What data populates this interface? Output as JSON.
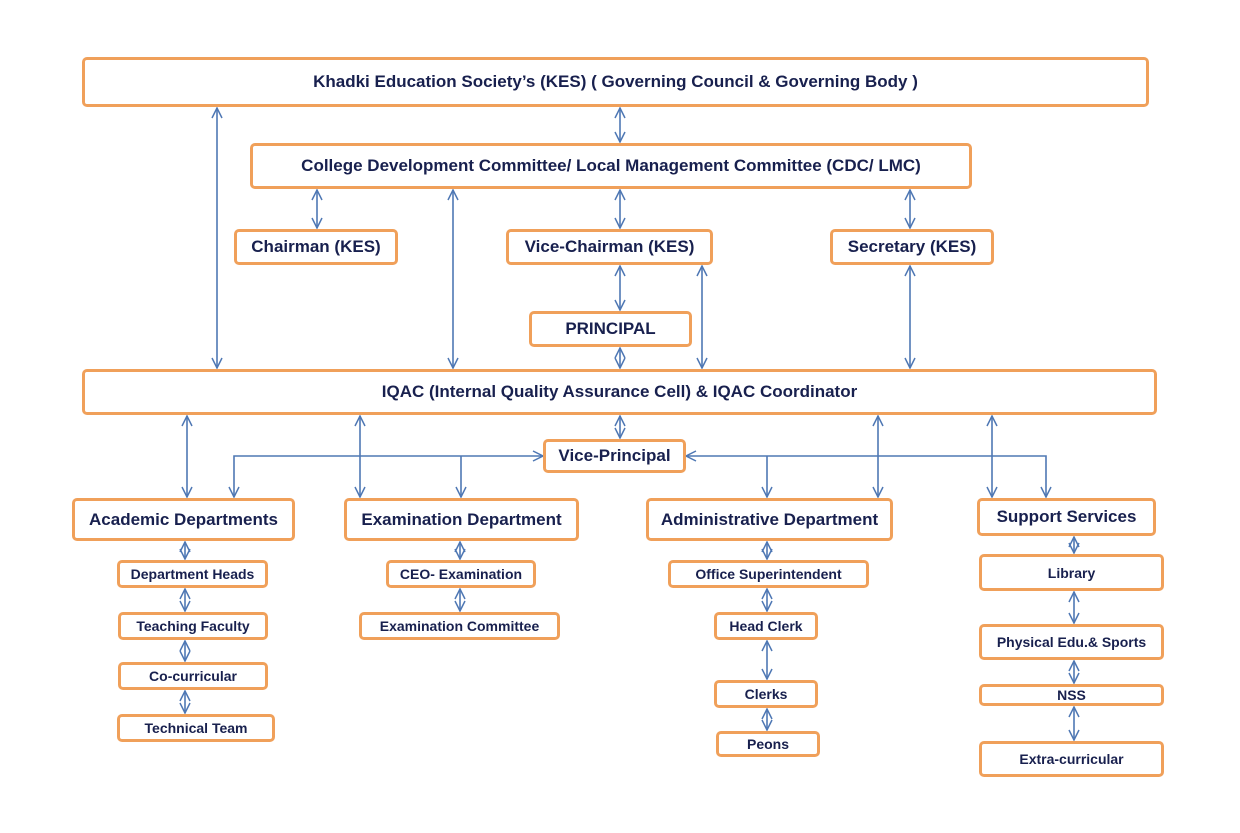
{
  "nodes": {
    "kes": "Khadki Education Society’s (KES)   ( Governing Council & Governing Body )",
    "cdc": "College Development Committee/ Local Management Committee (CDC/ LMC)",
    "chairman": "Chairman (KES)",
    "vice_chairman": "Vice-Chairman (KES)",
    "secretary": "Secretary (KES)",
    "principal": "PRINCIPAL",
    "iqac": "IQAC (Internal Quality Assurance Cell) & IQAC Coordinator",
    "vice_principal": "Vice-Principal",
    "academic": "Academic Departments",
    "examination": "Examination Department",
    "administrative": "Administrative Department",
    "support": "Support Services",
    "dept_heads": "Department Heads",
    "teaching_faculty": "Teaching Faculty",
    "co_curricular": "Co-curricular",
    "technical_team": "Technical Team",
    "ceo_exam": "CEO- Examination",
    "exam_committee": "Examination Committee",
    "office_supt": "Office Superintendent",
    "head_clerk": "Head Clerk",
    "clerks": "Clerks",
    "peons": "Peons",
    "library": "Library",
    "phys_edu": "Physical Edu.& Sports",
    "nss": "NSS",
    "extra_curricular": "Extra-curricular"
  },
  "colors": {
    "box_border": "#f0a05a",
    "connector": "#4f78b4",
    "text": "#18204e"
  }
}
